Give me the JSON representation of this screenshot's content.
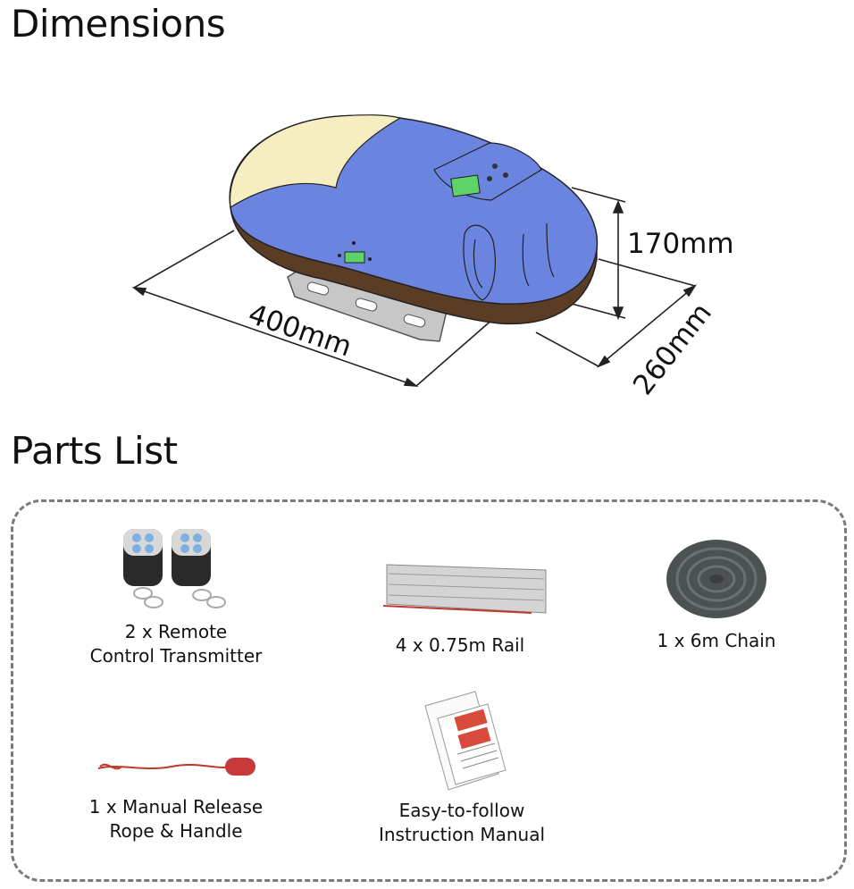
{
  "sections": {
    "dimensions_title": "Dimensions",
    "parts_title": "Parts List"
  },
  "dimensions": {
    "length": "400mm",
    "height": "170mm",
    "depth": "260mm"
  },
  "product_colors": {
    "body": "#6a84df",
    "cap": "#f6eec0",
    "base": "#5b3c24",
    "bracket": "#bfbfbf",
    "display": "#5fd36a"
  },
  "parts": [
    {
      "label": "2 x Remote\nControl Transmitter",
      "icon": "remote-control-icon"
    },
    {
      "label": "4 x 0.75m Rail",
      "icon": "rail-icon"
    },
    {
      "label": "1 x 6m Chain",
      "icon": "chain-icon"
    },
    {
      "label": "1 x Manual Release\nRope & Handle",
      "icon": "release-rope-icon"
    },
    {
      "label": "Easy-to-follow\nInstruction Manual",
      "icon": "manual-icon"
    }
  ]
}
